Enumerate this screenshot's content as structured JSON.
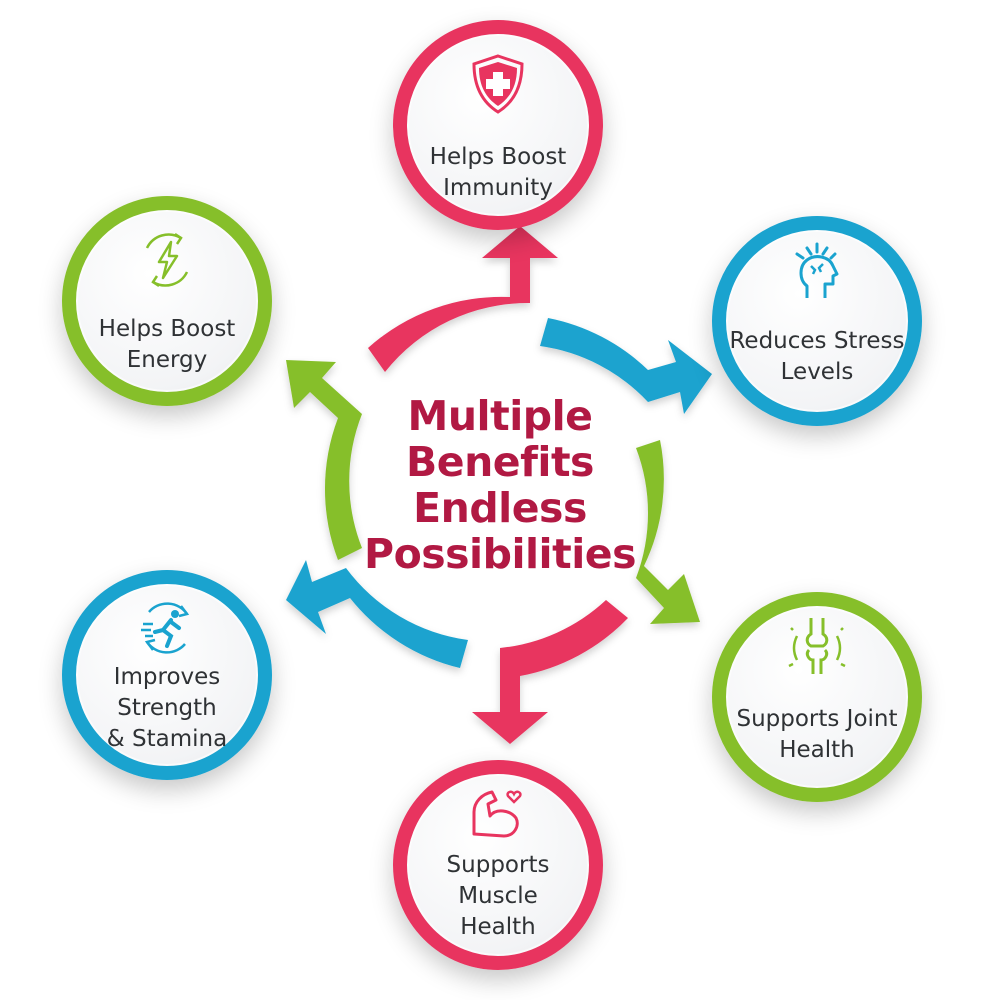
{
  "center": {
    "lines": [
      "Multiple",
      "Benefits",
      "Endless",
      "Possibilities"
    ]
  },
  "colors": {
    "red": "#e8345f",
    "blue": "#1aa3cf",
    "green": "#86bf2a",
    "title": "#b11943"
  },
  "benefits": [
    {
      "id": "immunity",
      "icon": "shield-cross-icon",
      "color": "#e8345f",
      "lines": [
        "Helps Boost",
        "Immunity"
      ]
    },
    {
      "id": "stress",
      "icon": "head-stress-icon",
      "color": "#1aa3cf",
      "lines": [
        "Reduces Stress",
        "Levels"
      ]
    },
    {
      "id": "joint",
      "icon": "knee-joint-icon",
      "color": "#86bf2a",
      "lines": [
        "Supports Joint",
        "Health"
      ]
    },
    {
      "id": "muscle",
      "icon": "flexed-arm-heart-icon",
      "color": "#e8345f",
      "lines": [
        "Supports",
        "Muscle",
        "Health"
      ]
    },
    {
      "id": "strength",
      "icon": "running-person-icon",
      "color": "#1aa3cf",
      "lines": [
        "Improves",
        "Strength",
        "& Stamina"
      ]
    },
    {
      "id": "energy",
      "icon": "lightning-cycle-icon",
      "color": "#86bf2a",
      "lines": [
        "Helps Boost",
        "Energy"
      ]
    }
  ]
}
